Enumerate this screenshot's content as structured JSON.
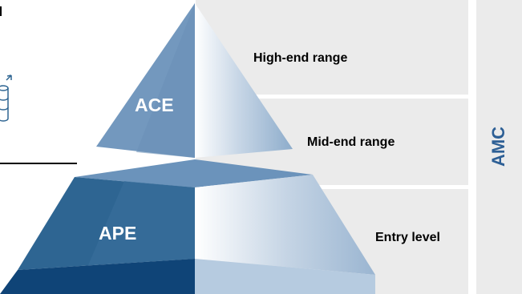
{
  "tiers": {
    "high": "High-end range",
    "mid": "Mid-end range",
    "entry": "Entry level"
  },
  "pyramid": {
    "ace": "ACE",
    "ape": "APE"
  },
  "amc": "AMC",
  "colors": {
    "panel": "#ebebeb",
    "pyramid_blue_light": "#7398be",
    "pyramid_blue_dark": "#2e6592",
    "pyramid_blue_deep": "#0f4477",
    "amc_text": "#2d5f95"
  },
  "icons": [
    "database-icon"
  ]
}
